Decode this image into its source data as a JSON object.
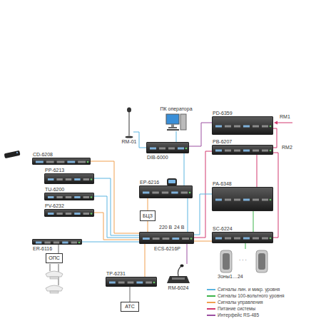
{
  "diagram": {
    "nodes": [
      {
        "text": [
          "ПК оператора"
        ]
      },
      {
        "text": [
          "RM-01"
        ]
      },
      {
        "text": [
          "DIB-6000"
        ]
      },
      {
        "text": [
          "PD-6359"
        ]
      },
      {
        "text": [
          "PB-6207"
        ]
      },
      {
        "text": [
          "CD-6208"
        ]
      },
      {
        "text": [
          "PP-6213"
        ]
      },
      {
        "text": [
          "TU-6200"
        ]
      },
      {
        "text": [
          "PV-6232"
        ]
      },
      {
        "text": [
          "EP-6216"
        ]
      },
      {
        "text": [
          "PA-6348"
        ]
      },
      {
        "text": [
          "БЦЗ"
        ]
      },
      {
        "text": [
          "ECS-6216P"
        ]
      },
      {
        "text": [
          "SC-6224"
        ]
      },
      {
        "text": [
          "ER-6116"
        ]
      },
      {
        "text": [
          "ОПС"
        ]
      },
      {
        "text": [
          "TP-6231"
        ]
      },
      {
        "text": [
          "АТС"
        ]
      },
      {
        "text": [
          "RM-6024"
        ]
      },
      {
        "text": [
          "Зоны1…24"
        ]
      }
    ],
    "edges": [
      {
        "from": 1,
        "to": 2,
        "arrow": "none"
      },
      {
        "from": 0,
        "to": 2,
        "arrow": "none"
      },
      {
        "from": 2,
        "to": 3,
        "arrow": "none"
      },
      {
        "from": 3,
        "to": 4,
        "arrow": "none"
      },
      {
        "from": 4,
        "to": 12,
        "arrow": "none"
      },
      {
        "from": 4,
        "to": 13,
        "arrow": "none"
      },
      {
        "from": 4,
        "to": 10,
        "arrow": "none"
      },
      {
        "from": 5,
        "to": 12,
        "arrow": "none"
      },
      {
        "from": 6,
        "to": 12,
        "arrow": "none"
      },
      {
        "from": 7,
        "to": 12,
        "arrow": "none"
      },
      {
        "from": 8,
        "to": 12,
        "arrow": "none"
      },
      {
        "from": 2,
        "to": 9,
        "arrow": "none"
      },
      {
        "from": 9,
        "to": 11,
        "arrow": "none"
      },
      {
        "from": 11,
        "to": 12,
        "arrow": "none"
      },
      {
        "from": 9,
        "to": 12,
        "arrow": "none"
      },
      {
        "from": 12,
        "to": 10,
        "arrow": "none"
      },
      {
        "from": 10,
        "to": 13,
        "arrow": "none"
      },
      {
        "from": 13,
        "to": 19,
        "arrow": "none"
      },
      {
        "from": 13,
        "to": 12,
        "arrow": "none"
      },
      {
        "from": 14,
        "to": 12,
        "arrow": "none"
      },
      {
        "from": 14,
        "to": 15,
        "arrow": "none"
      },
      {
        "from": 16,
        "to": 12,
        "arrow": "none"
      },
      {
        "from": 16,
        "to": 17,
        "arrow": "none"
      },
      {
        "from": 18,
        "to": 12,
        "arrow": "none"
      }
    ],
    "labels": [
      "220 В",
      "24 В",
      "RM1",
      "RM2",
      "· · ·"
    ],
    "legend": [
      {
        "text": "Сигналы лин. и микр. уровня",
        "color": "#5ab4e0"
      },
      {
        "text": "Сигналы 100-вольтного уровня",
        "color": "#3cb44a"
      },
      {
        "text": "Сигналы управления",
        "color": "#f0a050"
      },
      {
        "text": "Питание системы",
        "color": "#d2386e"
      },
      {
        "text": "Интерфейс RS-485",
        "color": "#9b4fa0"
      }
    ]
  }
}
